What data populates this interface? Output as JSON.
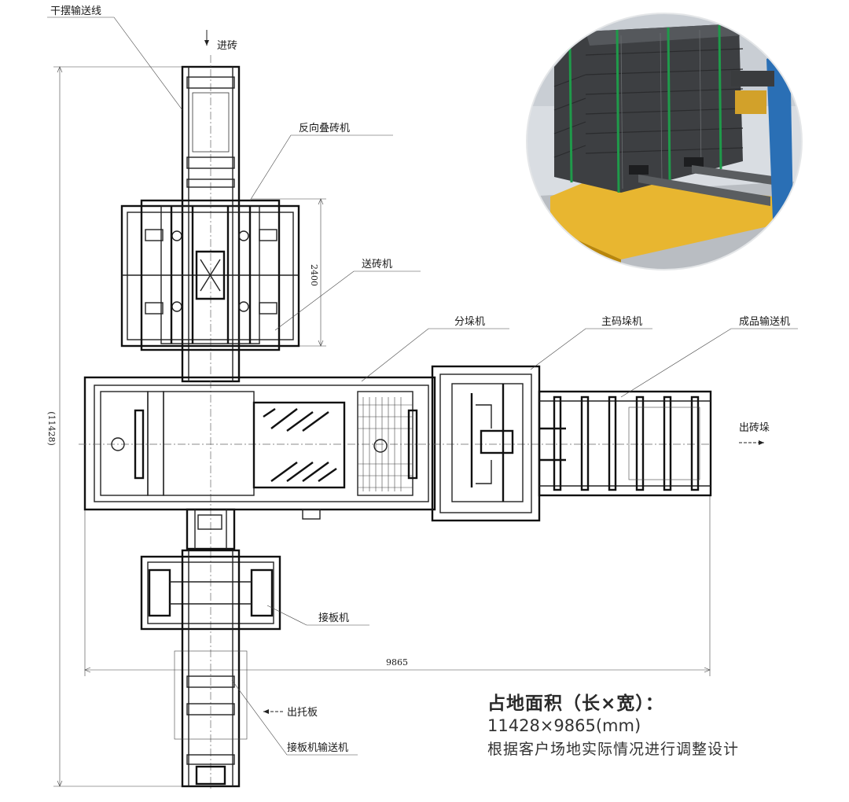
{
  "labels": {
    "trunk_conveyor": "干摆输送线",
    "brick_in": "进砖",
    "reverse_stacker": "反向叠砖机",
    "brick_feeder": "送砖机",
    "splitter": "分垛机",
    "main_stacker": "主码垛机",
    "product_conveyor": "成品输送机",
    "brick_out": "出砖垛",
    "board_receiver": "接板机",
    "board_out": "出托板",
    "receiver_conveyor": "接板机输送机"
  },
  "dimensions": {
    "height_2400": "2400",
    "total_length": "(11428)",
    "total_width": "9865"
  },
  "info": {
    "title": "占地面积（长×宽）：",
    "size": "11428×9865(mm)",
    "note": "根据客户场地实际情况进行调整设计"
  },
  "colors": {
    "brick_dark": "#3d3f42",
    "pallet_yellow": "#e8b630",
    "frame_blue": "#2a6fb5",
    "strap_green": "#1f9a4a"
  }
}
